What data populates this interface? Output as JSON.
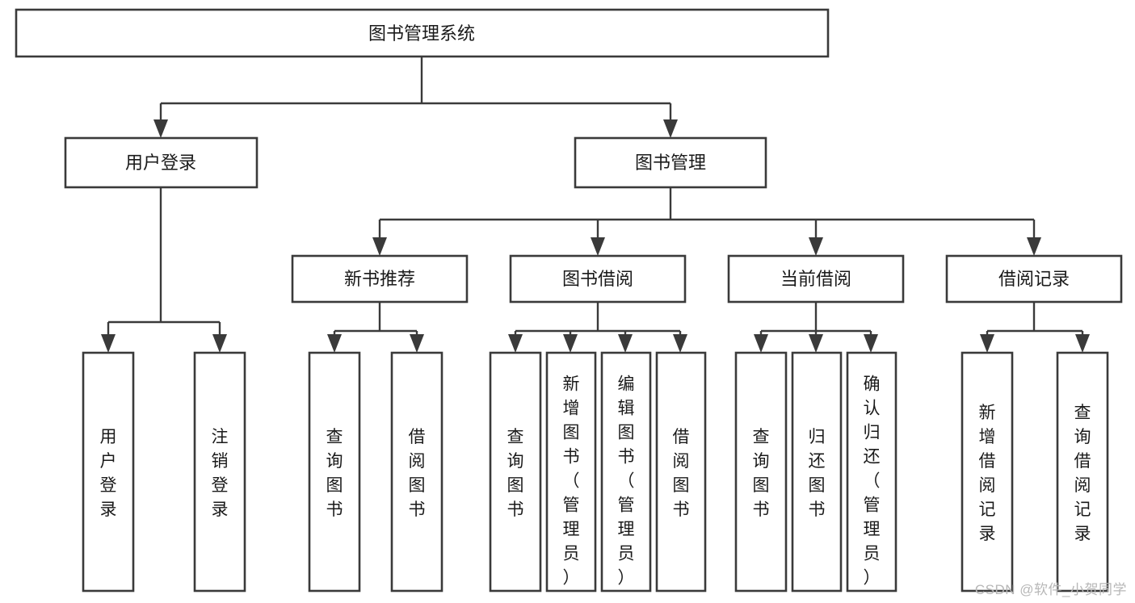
{
  "diagram": {
    "type": "tree-flowchart",
    "title": "图书管理系统",
    "watermark": "CSDN @软件_小贺同学",
    "colors": {
      "stroke": "#3a3a3a",
      "fill": "#ffffff",
      "text": "#1a1a1a",
      "watermark": "#b7b7b7",
      "background": "#ffffff"
    },
    "levels": {
      "level1": [
        {
          "id": "root",
          "label": "图书管理系统",
          "orientation": "horizontal"
        }
      ],
      "level2": [
        {
          "id": "user-login",
          "label": "用户登录",
          "orientation": "horizontal",
          "parent": "root"
        },
        {
          "id": "book-manage",
          "label": "图书管理",
          "orientation": "horizontal",
          "parent": "root"
        }
      ],
      "level3": [
        {
          "id": "new-book-rec",
          "label": "新书推荐",
          "orientation": "horizontal",
          "parent": "book-manage"
        },
        {
          "id": "book-borrow",
          "label": "图书借阅",
          "orientation": "horizontal",
          "parent": "book-manage"
        },
        {
          "id": "current-borrow",
          "label": "当前借阅",
          "orientation": "horizontal",
          "parent": "book-manage"
        },
        {
          "id": "borrow-record",
          "label": "借阅记录",
          "orientation": "horizontal",
          "parent": "book-manage"
        }
      ],
      "level4": [
        {
          "id": "leaf-user-login",
          "label": "用户登录",
          "orientation": "vertical",
          "parent": "user-login"
        },
        {
          "id": "leaf-logout-login",
          "label": "注销登录",
          "orientation": "vertical",
          "parent": "user-login"
        },
        {
          "id": "leaf-query-book-1",
          "label": "查询图书",
          "orientation": "vertical",
          "parent": "new-book-rec"
        },
        {
          "id": "leaf-borrow-book-1",
          "label": "借阅图书",
          "orientation": "vertical",
          "parent": "new-book-rec"
        },
        {
          "id": "leaf-query-book-2",
          "label": "查询图书",
          "orientation": "vertical",
          "parent": "book-borrow"
        },
        {
          "id": "leaf-add-book",
          "label": "新增图书（管理员）",
          "orientation": "vertical",
          "parent": "book-borrow"
        },
        {
          "id": "leaf-edit-book",
          "label": "编辑图书（管理员）",
          "orientation": "vertical",
          "parent": "book-borrow"
        },
        {
          "id": "leaf-borrow-book-2",
          "label": "借阅图书",
          "orientation": "vertical",
          "parent": "book-borrow"
        },
        {
          "id": "leaf-query-book-3",
          "label": "查询图书",
          "orientation": "vertical",
          "parent": "current-borrow"
        },
        {
          "id": "leaf-return-book",
          "label": "归还图书",
          "orientation": "vertical",
          "parent": "current-borrow"
        },
        {
          "id": "leaf-confirm-return",
          "label": "确认归还（管理员）",
          "orientation": "vertical",
          "parent": "current-borrow"
        },
        {
          "id": "leaf-add-record",
          "label": "新增借阅记录",
          "orientation": "vertical",
          "parent": "borrow-record"
        },
        {
          "id": "leaf-query-record",
          "label": "查询借阅记录",
          "orientation": "vertical",
          "parent": "borrow-record"
        }
      ]
    }
  }
}
